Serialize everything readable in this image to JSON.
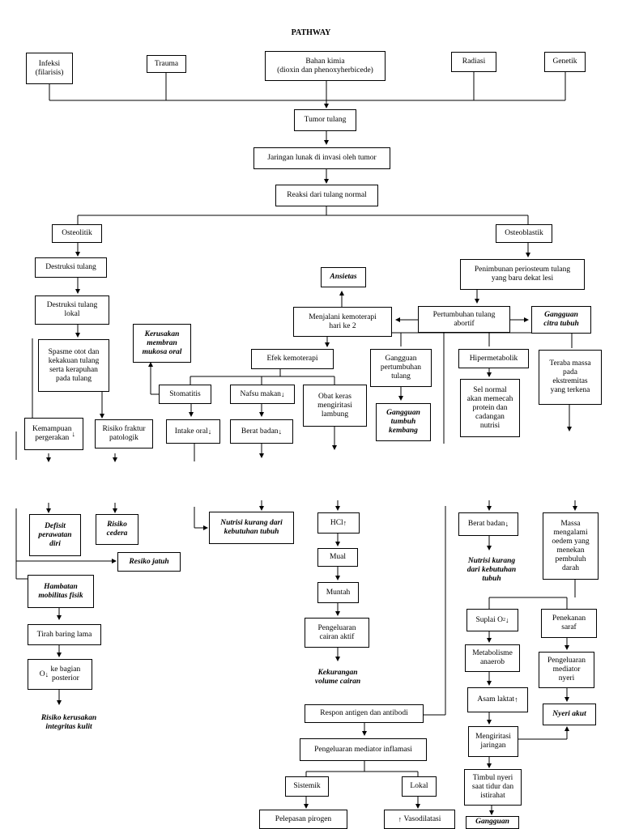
{
  "title": "PATHWAY",
  "causes": {
    "infeksi": "Infeksi\n(filarisis)",
    "trauma": "Trauma",
    "kimia": "Bahan kimia\n(dioxin dan phenoxyherbicede)",
    "radiasi": "Radiasi",
    "genetik": "Genetik"
  },
  "main": {
    "tumor": "Tumor tulang",
    "invasi": "Jaringan lunak di invasi oleh tumor",
    "reaksi": "Reaksi dari tulang normal"
  },
  "left": {
    "osteolitik": "Osteolitik",
    "destruksi": "Destruksi tulang",
    "destruksi_lokal": "Destruksi tulang\nlokal",
    "spasme": "Spasme otot dan\nkekakuan tulang\nserta kerapuhan\npada tulang",
    "kemampuan": "Kemampuan\npergerakan",
    "risiko_fraktur": "Risiko fraktur\npatologik",
    "defisit": "Defisit\nperawatan\ndiri",
    "risiko_cedera": "Risiko\ncedera",
    "resiko_jatuh": "Resiko jatuh",
    "hambatan": "Hambatan\nmobilitas fisik",
    "tirah": "Tirah baring lama",
    "o2": "ke bagian\nposterior",
    "o2_prefix": "O",
    "risiko_kulit": "Risiko kerusakan\nintegritas kulit"
  },
  "middle": {
    "ansietas": "Ansietas",
    "kemoterapi": "Menjalani kemoterapi\nhari ke 2",
    "kerusakan": "Kerusakan\nmembran\nmukosa oral",
    "efek": "Efek kemoterapi",
    "stomatitis": "Stomatitis",
    "nafsu": "Nafsu makan",
    "obat": "Obat keras\nmengiritasi\nlambung",
    "intake": "Intake oral",
    "berat": "Berat badan",
    "nutrisi": "Nutrisi kurang dari\nkebutuhan tubuh",
    "hcl": "HCl",
    "mual": "Mual",
    "muntah": "Muntah",
    "pengeluaran_cairan": "Pengeluaran\ncairan aktif",
    "kekurangan": "Kekurangan\nvolume cairan",
    "respon": "Respon antigen dan antibodi",
    "inflamasi": "Pengeluaran mediator inflamasi",
    "sistemik": "Sistemik",
    "lokal": "Lokal",
    "pirogen": "Pelepasan pirogen",
    "vasodilatasi": "Vasodilatasi"
  },
  "right": {
    "osteoblastik": "Osteoblastik",
    "penimbunan": "Penimbunan periosteum tulang\nyang baru dekat lesi",
    "pertumbuhan": "Pertumbuhan tulang\nabortif",
    "citra": "Gangguan\ncitra tubuh",
    "gangguan_pertumbuhan": "Gangguan\npertumbuhan\ntulang",
    "gangguan_tumbuh": "Gangguan\ntumbuh\nkembang",
    "hipermetabolik": "Hipermetabolik",
    "teraba": "Teraba massa\npada\nekstremitas\nyang terkena",
    "sel_normal": "Sel normal\nakan memecah\nprotein dan\ncadangan\nnutrisi",
    "berat": "Berat badan",
    "nutrisi": "Nutrisi kurang\ndari kebutuhan\ntubuh",
    "massa": "Massa\nmengalami\noedem yang\nmenekan\npembuluh\ndarah",
    "suplai": "Suplai O",
    "penekanan": "Penekanan\nsaraf",
    "metabolisme": "Metabolisme\nanaerob",
    "mediator_nyeri": "Pengeluaran\nmediator\nnyeri",
    "asam": "Asam laktat",
    "nyeri": "Nyeri akut",
    "mengiritasi": "Mengiritasi\njaringan",
    "timbul": "Timbul nyeri\nsaat tidur dan\nistirahat",
    "gangguan_tidur": "Gangguan"
  }
}
